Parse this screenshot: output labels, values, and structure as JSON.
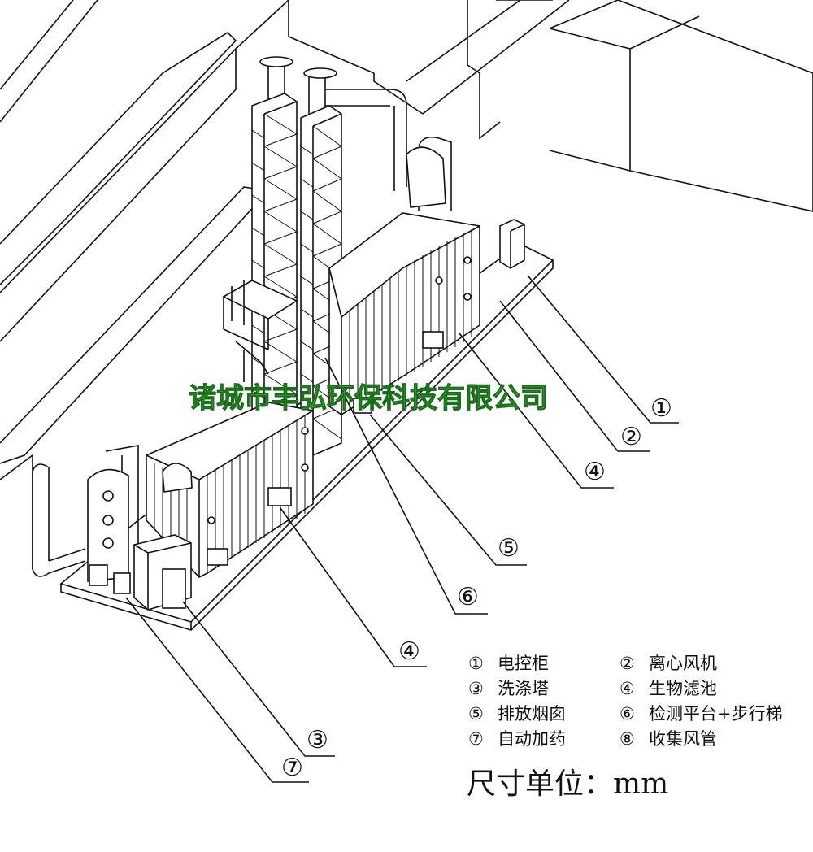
{
  "diagram": {
    "callouts": [
      {
        "num": "①"
      },
      {
        "num": "②"
      },
      {
        "num": "④"
      },
      {
        "num": "⑤"
      },
      {
        "num": "⑥"
      },
      {
        "num": "④"
      },
      {
        "num": "③"
      },
      {
        "num": "⑦"
      }
    ],
    "watermark": "诸城市丰弘环保科技有限公司",
    "legend": [
      {
        "num": "①",
        "label": "电控柜"
      },
      {
        "num": "②",
        "label": "离心风机"
      },
      {
        "num": "③",
        "label": "洗涤塔"
      },
      {
        "num": "④",
        "label": "生物滤池"
      },
      {
        "num": "⑤",
        "label": "排放烟囱"
      },
      {
        "num": "⑥",
        "label": "检测平台+步行梯"
      },
      {
        "num": "⑦",
        "label": "自动加药"
      },
      {
        "num": "⑧",
        "label": "收集风管"
      }
    ],
    "units": "尺寸单位：mm"
  }
}
